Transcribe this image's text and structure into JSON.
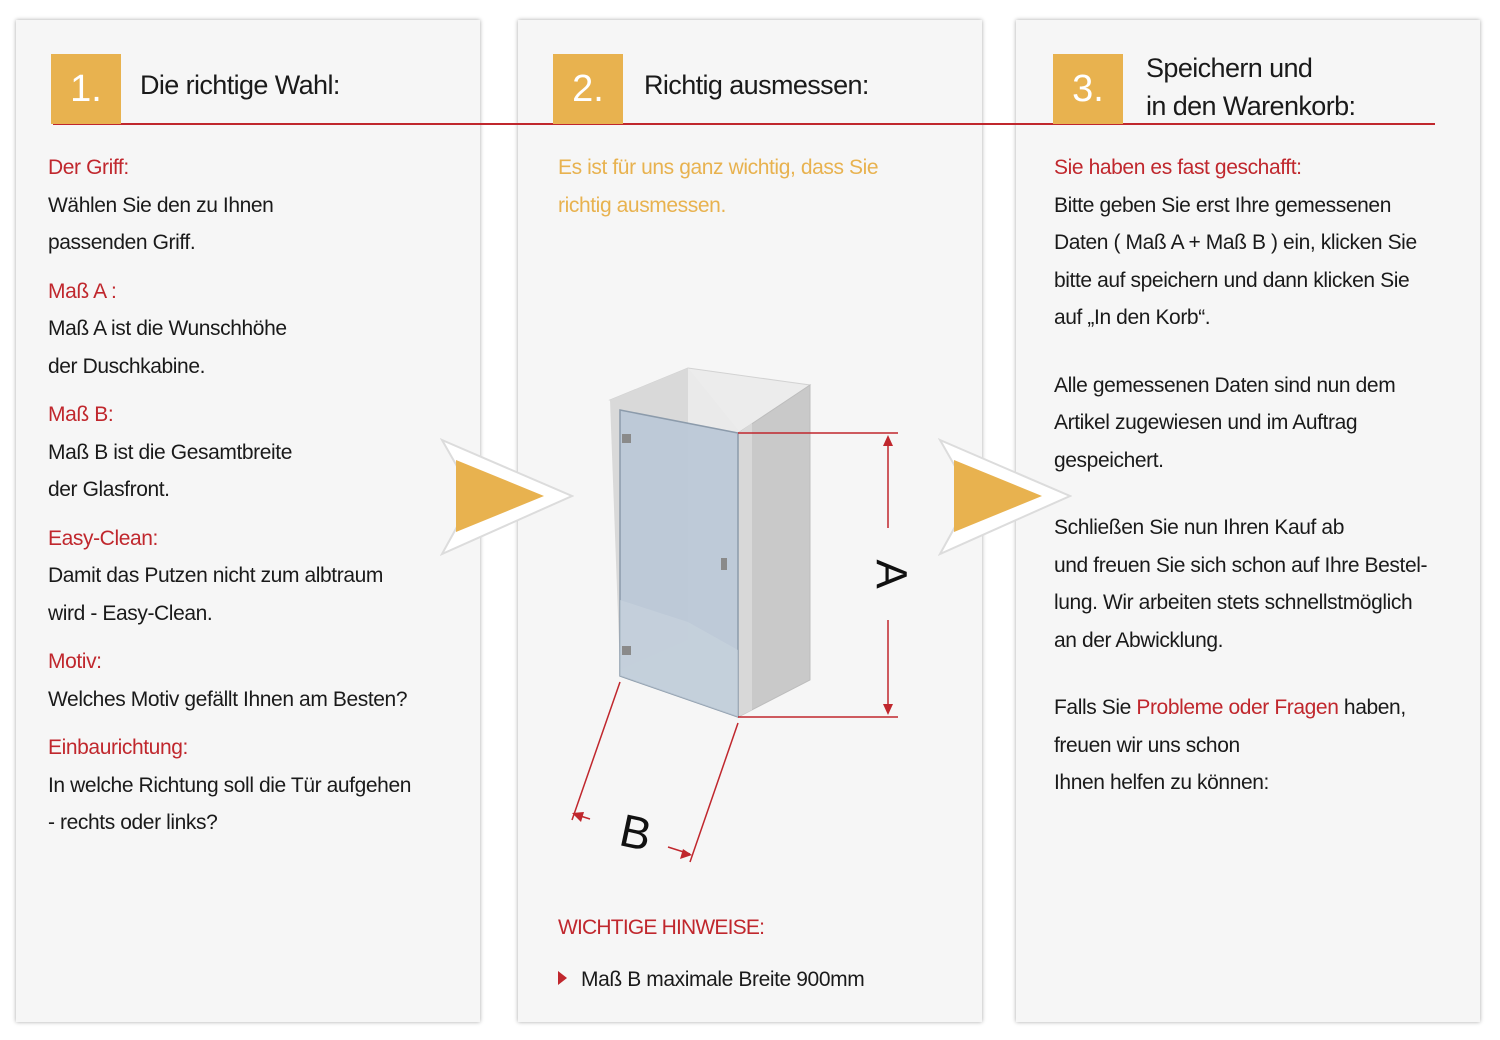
{
  "steps": [
    {
      "number": "1.",
      "title": "Die richtige Wahl:",
      "sections": [
        {
          "heading": "Der Griff:",
          "lines": [
            "Wählen Sie den zu Ihnen",
            "passenden Griff."
          ]
        },
        {
          "heading": "Maß A :",
          "lines": [
            "Maß A ist die Wunschhöhe",
            "der Duschkabine."
          ]
        },
        {
          "heading": "Maß B:",
          "lines": [
            "Maß B ist die Gesamtbreite",
            "der Glasfront."
          ]
        },
        {
          "heading": "Easy-Clean:",
          "lines": [
            "Damit das Putzen nicht zum albtraum",
            "wird - Easy-Clean."
          ]
        },
        {
          "heading": "Motiv:",
          "lines": [
            "Welches Motiv gefällt Ihnen am Besten?"
          ]
        },
        {
          "heading": "Einbaurichtung:",
          "lines": [
            "In welche Richtung soll die Tür aufgehen",
            "- rechts oder links?"
          ]
        }
      ]
    },
    {
      "number": "2.",
      "title": "Richtig ausmessen:",
      "intro": [
        "Es ist für uns ganz wichtig, dass Sie",
        "richtig ausmessen."
      ],
      "diagram": {
        "label_a": "A",
        "label_b": "B"
      },
      "notes_heading": "WICHTIGE HINWEISE:",
      "notes": [
        "Maß B maximale Breite 900mm"
      ]
    },
    {
      "number": "3.",
      "title_lines": [
        "Speichern und",
        "in den Warenkorb:"
      ],
      "heading": "Sie haben es fast geschafft:",
      "para1": [
        "Bitte  geben Sie erst Ihre gemessenen",
        "Daten ( Maß A + Maß B ) ein, klicken Sie",
        "bitte auf speichern und dann klicken Sie",
        "auf „In den Korb“."
      ],
      "para2": [
        "Alle gemessenen Daten sind nun dem",
        "Artikel zugewiesen und im Auftrag",
        "gespeichert."
      ],
      "para3": [
        "Schließen Sie nun Ihren Kauf ab",
        "und freuen Sie sich schon auf Ihre Bestel-",
        "lung. Wir arbeiten stets schnellstmöglich",
        "an der Abwicklung."
      ],
      "para4_pre": "Falls Sie ",
      "para4_link": "Probleme oder Fragen",
      "para4_post": " haben,",
      "para4_rest": [
        "freuen wir uns schon",
        "Ihnen helfen zu können:"
      ]
    }
  ],
  "colors": {
    "accent": "#e8b24f",
    "red": "#c0272d",
    "panel": "#f6f6f6"
  }
}
